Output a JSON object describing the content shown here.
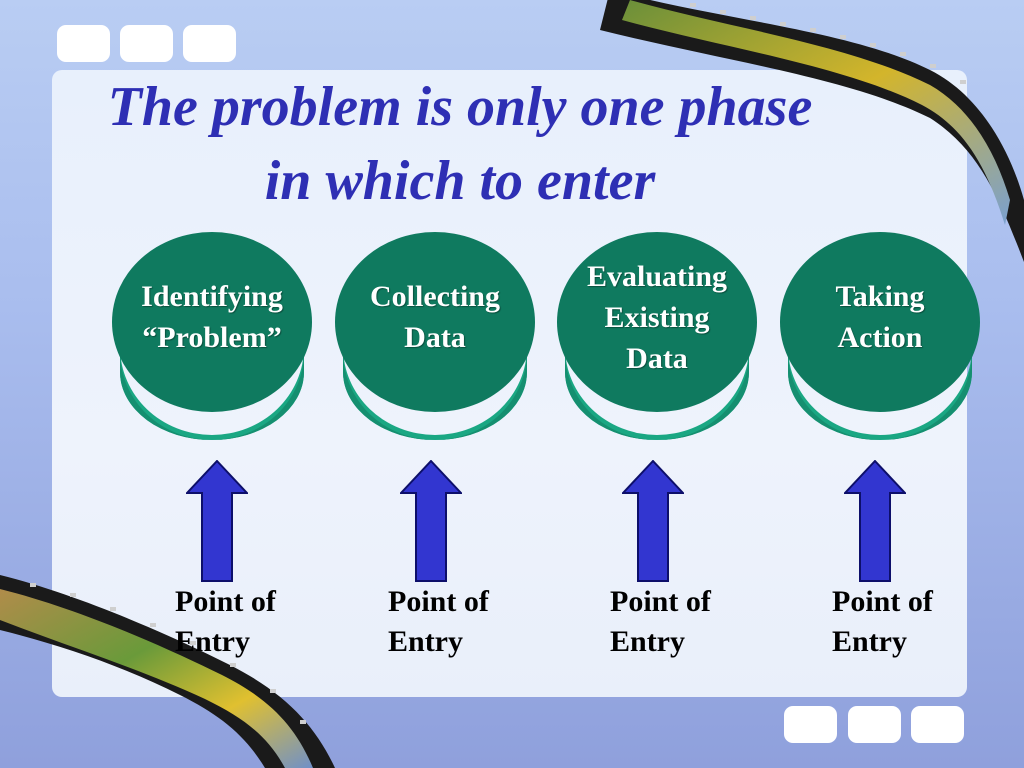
{
  "slide": {
    "title": "The problem is only one phase in which to enter"
  },
  "phases": [
    {
      "label": "Identifying\n“Problem”"
    },
    {
      "label": "Collecting\nData"
    },
    {
      "label": "Evaluating\nExisting\nData"
    },
    {
      "label": "Taking\nAction"
    }
  ],
  "entry_points": [
    {
      "label": "Point of\nEntry"
    },
    {
      "label": "Point of\nEntry"
    },
    {
      "label": "Point of\nEntry"
    },
    {
      "label": "Point of\nEntry"
    }
  ],
  "colors": {
    "title": "#2e2fb4",
    "cylinder_top": "#0f7a5f",
    "cylinder_side": "#1aa783",
    "arrow": "#3236d0",
    "panel": "#eaf0fb"
  },
  "icons": {
    "arrow": "up-arrow-icon",
    "film": "film-strip-icon"
  }
}
